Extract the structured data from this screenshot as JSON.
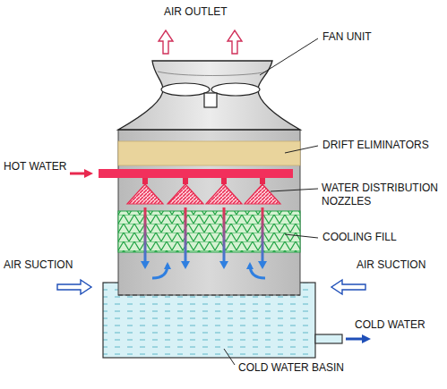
{
  "diagram": {
    "labels": [
      "AIR OUTLET",
      "FAN UNIT",
      "DRIFT ELIMINATORS",
      "HOT WATER",
      "WATER DISTRIBUTION NOZZLES",
      "COOLING FILL",
      "AIR SUCTION",
      "AIR SUCTION",
      "COLD WATER",
      "COLD WATER BASIN"
    ]
  }
}
